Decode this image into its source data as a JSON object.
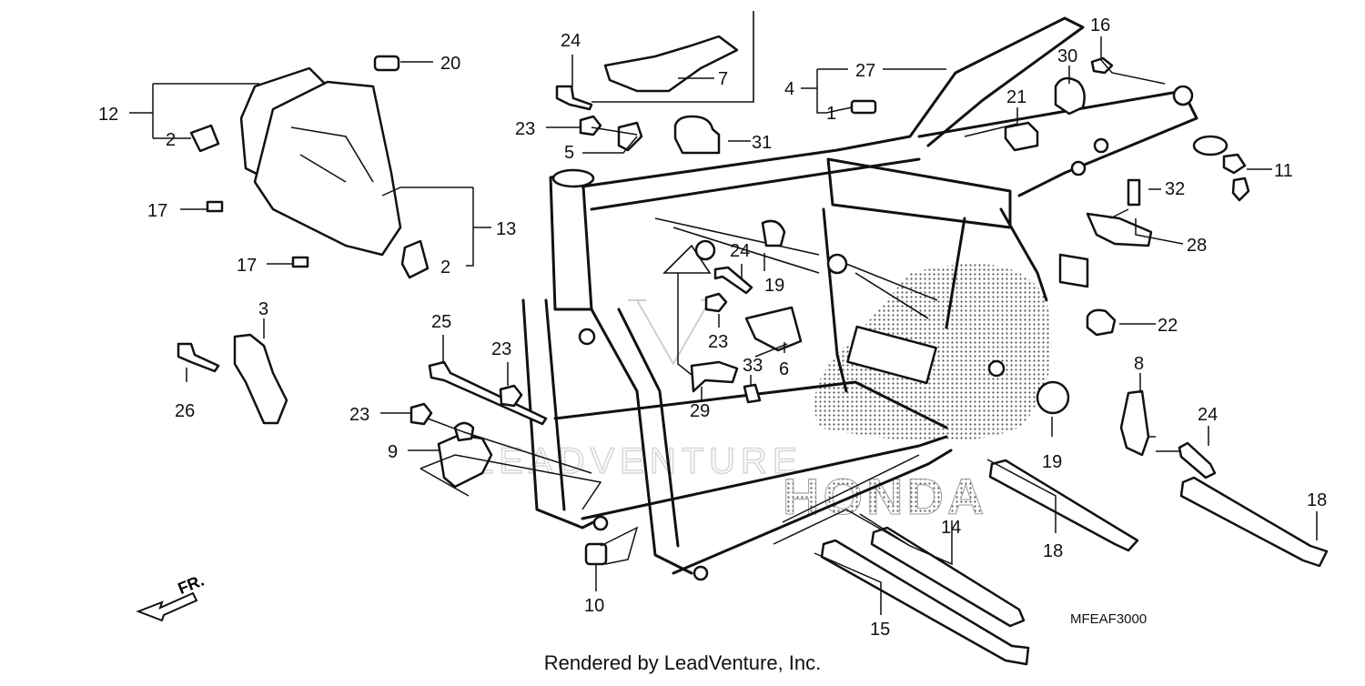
{
  "diagram": {
    "code": "MFEAF3000",
    "credit": "Rendered by LeadVenture, Inc.",
    "direction_arrow": "FR.",
    "watermark": "LEADVENTURE HONDA"
  },
  "callouts": [
    {
      "id": "c1",
      "label": "1"
    },
    {
      "id": "c2a",
      "label": "2"
    },
    {
      "id": "c2b",
      "label": "2"
    },
    {
      "id": "c3",
      "label": "3"
    },
    {
      "id": "c4",
      "label": "4"
    },
    {
      "id": "c5",
      "label": "5"
    },
    {
      "id": "c6",
      "label": "6"
    },
    {
      "id": "c7",
      "label": "7"
    },
    {
      "id": "c8",
      "label": "8"
    },
    {
      "id": "c9",
      "label": "9"
    },
    {
      "id": "c10",
      "label": "10"
    },
    {
      "id": "c11",
      "label": "11"
    },
    {
      "id": "c12",
      "label": "12"
    },
    {
      "id": "c13",
      "label": "13"
    },
    {
      "id": "c14",
      "label": "14"
    },
    {
      "id": "c15",
      "label": "15"
    },
    {
      "id": "c16",
      "label": "16"
    },
    {
      "id": "c17a",
      "label": "17"
    },
    {
      "id": "c17b",
      "label": "17"
    },
    {
      "id": "c18a",
      "label": "18"
    },
    {
      "id": "c18b",
      "label": "18"
    },
    {
      "id": "c19a",
      "label": "19"
    },
    {
      "id": "c19b",
      "label": "19"
    },
    {
      "id": "c20",
      "label": "20"
    },
    {
      "id": "c21",
      "label": "21"
    },
    {
      "id": "c22",
      "label": "22"
    },
    {
      "id": "c23a",
      "label": "23"
    },
    {
      "id": "c23b",
      "label": "23"
    },
    {
      "id": "c23c",
      "label": "23"
    },
    {
      "id": "c23d",
      "label": "23"
    },
    {
      "id": "c24a",
      "label": "24"
    },
    {
      "id": "c24b",
      "label": "24"
    },
    {
      "id": "c24c",
      "label": "24"
    },
    {
      "id": "c25",
      "label": "25"
    },
    {
      "id": "c26",
      "label": "26"
    },
    {
      "id": "c27",
      "label": "27"
    },
    {
      "id": "c28",
      "label": "28"
    },
    {
      "id": "c29",
      "label": "29"
    },
    {
      "id": "c30",
      "label": "30"
    },
    {
      "id": "c31",
      "label": "31"
    },
    {
      "id": "c32",
      "label": "32"
    },
    {
      "id": "c33",
      "label": "33"
    }
  ]
}
